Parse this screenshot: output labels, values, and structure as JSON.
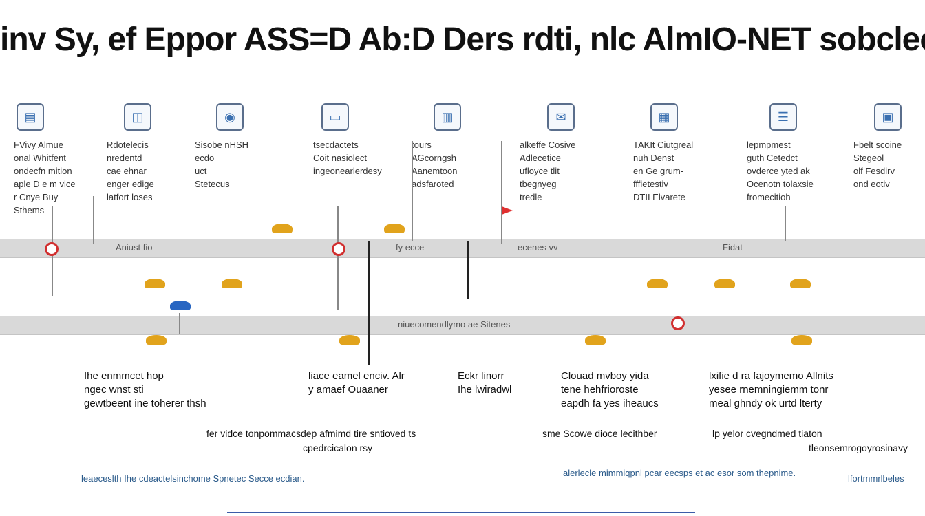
{
  "title": "inv Sy, ef Eppor ASS=D Ab:D Ders rdti, nlc AlmIO-NET sobclecv Elo",
  "bands": [
    {
      "labels": [
        "Aniust fio",
        "fy ecce",
        "ecenes vv",
        "Fidat"
      ]
    },
    {
      "labels": [
        "niuecomendlymo ae Sitenes"
      ]
    }
  ],
  "top_columns": [
    {
      "icon": "monitor-icon",
      "glyph": "▤",
      "lines": [
        "FVivy Almue",
        "onal Whitfent",
        "ondecfn mition",
        "aple D e m vice",
        "r Cnye Buy",
        "Sthems"
      ]
    },
    {
      "icon": "gauge-icon",
      "glyph": "◫",
      "lines": [
        "Rdotelecis",
        "nredentd",
        "cae ehnar",
        "enger edige",
        "latfort loses"
      ]
    },
    {
      "icon": "globe-icon",
      "glyph": "◉",
      "lines": [
        "Sisobe nHSH",
        "ecdo",
        "uct",
        "Stetecus"
      ]
    },
    {
      "icon": "slider-icon",
      "glyph": "▭",
      "lines": [
        "tsecdactets",
        "Coit nasiolect",
        "ingeonearlerdesy"
      ]
    },
    {
      "icon": "chart-icon",
      "glyph": "▥",
      "lines": [
        "tours",
        "AGcorngsh",
        "Aanemtoon",
        "adsfaroted"
      ]
    },
    {
      "icon": "chat-icon",
      "glyph": "✉",
      "lines": [
        "alkeffe Cosive",
        "Adlecetice",
        "ufloyce tlit",
        "tbegnyeg",
        "tredle"
      ]
    },
    {
      "icon": "grid-icon",
      "glyph": "▦",
      "lines": [
        "TAKIt Ciutgreal",
        "nuh Denst",
        "en Ge grum-",
        "fffietestiv",
        "DTII Elvarete"
      ]
    },
    {
      "icon": "document-icon",
      "glyph": "☰",
      "lines": [
        "lepmpmest",
        "guth Cetedct",
        "ovderce yted ak",
        "Ocenotn tolaxsie",
        "fromecitioh"
      ]
    },
    {
      "icon": "screen-icon",
      "glyph": "▣",
      "lines": [
        "Fbelt scoine",
        "Stegeol",
        "olf Fesdirv",
        "ond eotiv"
      ]
    }
  ],
  "callouts": [
    {
      "lines": [
        "Ihe enmmcet hop",
        "ngec wnst sti",
        "gewtbeent ine toherer thsh"
      ]
    },
    {
      "lines": [
        "liace eamel enciv. Alr",
        "y amaef Ouaaner"
      ]
    },
    {
      "lines": [
        "Eckr linorr",
        "Ihe lwiradwl"
      ]
    },
    {
      "lines": [
        "Clouad mvboy yida",
        "tene hehfrioroste",
        "eapdh fa yes iheaucs"
      ]
    },
    {
      "lines": [
        "lxifie d ra fajoymemo Allnits",
        "yesee rnemningiemm tonr",
        "meal ghndy ok urtd lterty"
      ]
    }
  ],
  "notes": [
    {
      "lines": [
        "fer vidce tonpommacsdep afmimd tire sntioved ts",
        "cpedrcicalon rsy"
      ]
    },
    {
      "lines": [
        "sme Scowe dioce lecithber"
      ]
    },
    {
      "lines": [
        "lp yelor cvegndmed tiaton",
        "tleonsemrogoyrosinavy"
      ]
    }
  ],
  "footer": {
    "left": "leaeceslth Ihe cdeactelsinchome Spnetec Secce ecdian.",
    "right": "alerlecle mimmiqpnl pcar eecsps et ac esor som thepnime.",
    "far_right": "lfortmmrlbeles"
  },
  "colors": {
    "marker": "#e1a31c",
    "marker_blue": "#2866c2",
    "ring": "#d12f2f",
    "band": "#d9d9d9",
    "accent": "#3b5ca8"
  }
}
